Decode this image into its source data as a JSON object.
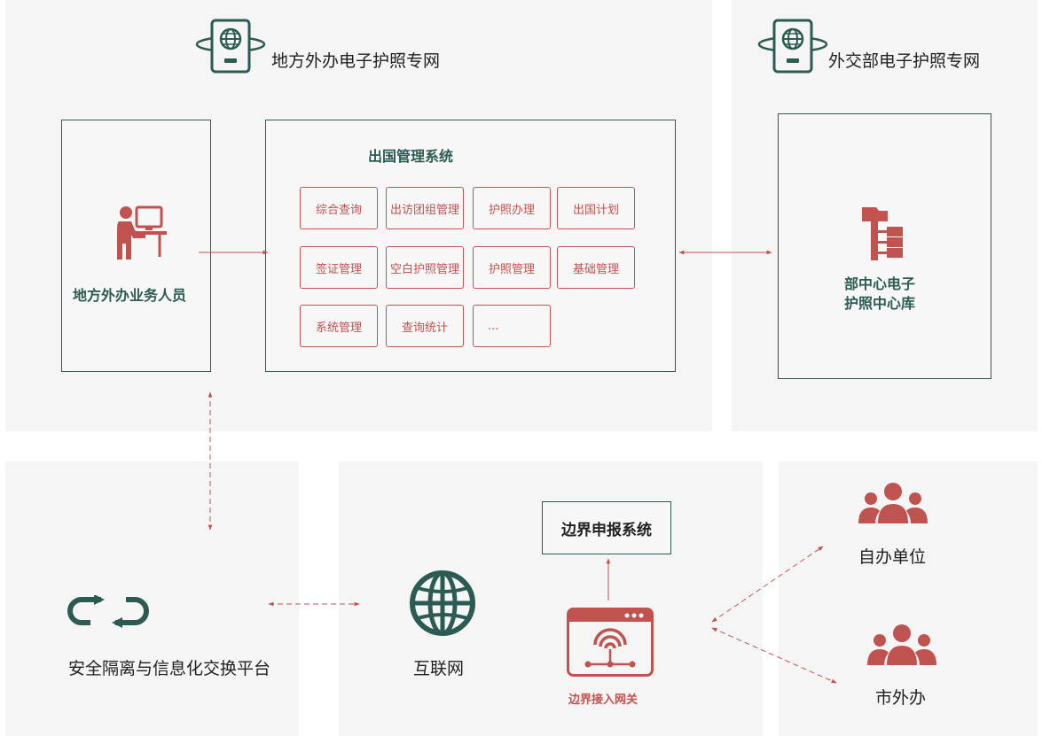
{
  "colors": {
    "teal": "#2b5b53",
    "red": "#c0524f",
    "panel": "#f5f5f5"
  },
  "local_network": {
    "title": "地方外办电子护照专网",
    "icon": "passport-globe-icon"
  },
  "mfa_network": {
    "title": "外交部电子护照专网",
    "icon": "passport-globe-icon"
  },
  "staff": {
    "label": "地方外办业务人员",
    "icon": "staff-computer-icon"
  },
  "system": {
    "title": "出国管理系统",
    "modules": [
      "综合查询",
      "出访团组管理",
      "护照办理",
      "出国计划",
      "签证管理",
      "空白护照管理",
      "护照管理",
      "基础管理",
      "系统管理",
      "查询统计",
      "..."
    ]
  },
  "central_db": {
    "label_line1": "部中心电子",
    "label_line2": "护照中心库",
    "icon": "hierarchy-database-icon"
  },
  "exchange_platform": {
    "label": "安全隔离与信息化交换平台",
    "icon": "exchange-arrows-icon"
  },
  "internet": {
    "label": "互联网",
    "icon": "globe-icon"
  },
  "border_report": {
    "label": "边界申报系统"
  },
  "border_gateway": {
    "label": "边界接入网关",
    "icon": "gateway-wifi-icon"
  },
  "self_unit": {
    "label": "自办单位",
    "icon": "group-icon"
  },
  "city_office": {
    "label": "市外办",
    "icon": "group-icon"
  }
}
